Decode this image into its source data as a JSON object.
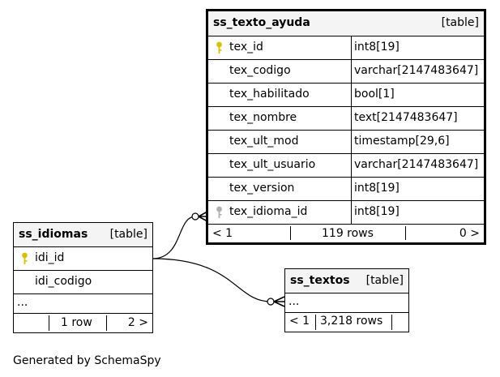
{
  "tables": {
    "ss_texto_ayuda": {
      "name": "ss_texto_ayuda",
      "kind": "[table]",
      "columns": [
        {
          "name": "tex_id",
          "type": "int8[19]",
          "key": "primary"
        },
        {
          "name": "tex_codigo",
          "type": "varchar[2147483647]",
          "key": ""
        },
        {
          "name": "tex_habilitado",
          "type": "bool[1]",
          "key": ""
        },
        {
          "name": "tex_nombre",
          "type": "text[2147483647]",
          "key": ""
        },
        {
          "name": "tex_ult_mod",
          "type": "timestamp[29,6]",
          "key": ""
        },
        {
          "name": "tex_ult_usuario",
          "type": "varchar[2147483647]",
          "key": ""
        },
        {
          "name": "tex_version",
          "type": "int8[19]",
          "key": ""
        },
        {
          "name": "tex_idioma_id",
          "type": "int8[19]",
          "key": "foreign"
        }
      ],
      "footer": {
        "left": "< 1",
        "center": "119 rows",
        "right": "0 >"
      }
    },
    "ss_idiomas": {
      "name": "ss_idiomas",
      "kind": "[table]",
      "columns": [
        {
          "name": "idi_id",
          "key": "primary"
        },
        {
          "name": "idi_codigo",
          "key": ""
        }
      ],
      "ellipsis": "...",
      "footer": {
        "left": "",
        "center": "1 row",
        "right": "2 >"
      }
    },
    "ss_textos": {
      "name": "ss_textos",
      "kind": "[table]",
      "ellipsis": "...",
      "footer": {
        "left": "< 1",
        "center": "3,218 rows",
        "right": ""
      }
    }
  },
  "caption": "Generated by SchemaSpy",
  "colors": {
    "primary_key": "#d4c200",
    "foreign_key": "#b0b0b0",
    "header_bg": "#f4f4f4"
  }
}
